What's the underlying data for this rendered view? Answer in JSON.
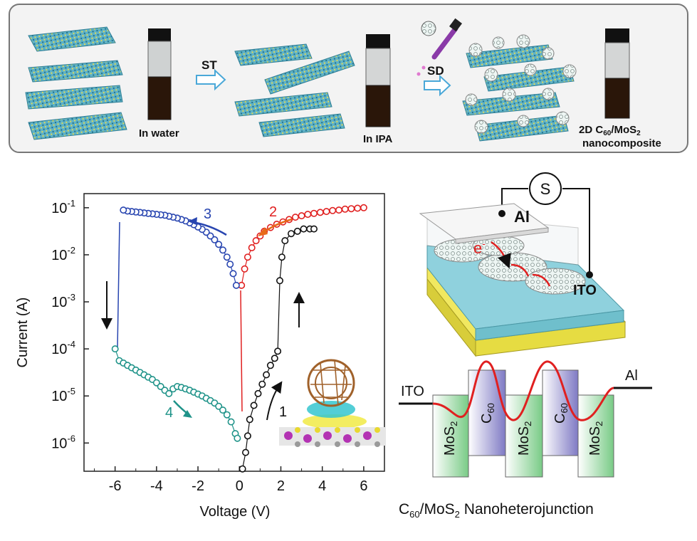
{
  "top_panel": {
    "label_water": "In water",
    "step1": "ST",
    "label_ipa": "In IPA",
    "step2": "SD",
    "composite_line1_prefix": "2D C",
    "composite_line1_sub1": "60",
    "composite_line1_mid": "/MoS",
    "composite_line1_sub2": "2",
    "composite_line2": "nanocomposite",
    "colors": {
      "sheet": "#3d9fb8",
      "sheet_edge": "#e2d44a",
      "liquid": "#2a1609",
      "arrow": "#4aa8d8"
    }
  },
  "chart_data": {
    "type": "scatter",
    "xlabel": "Voltage (V)",
    "ylabel": "Current (A)",
    "xlim": [
      -7.5,
      7
    ],
    "ylim_exp": [
      -6.6,
      -0.7
    ],
    "log_y": true,
    "x_ticks": [
      "-6",
      "-4",
      "-2",
      "0",
      "2",
      "4",
      "6"
    ],
    "x_tick_values": [
      -6,
      -4,
      -2,
      0,
      2,
      4,
      6
    ],
    "y_ticks_base": "10",
    "y_ticks_exp": [
      "-6",
      "-5",
      "-4",
      "-3",
      "-2",
      "-1"
    ],
    "y_tick_values": [
      -6,
      -5,
      -4,
      -3,
      -2,
      -1
    ],
    "sweep_labels": [
      "1",
      "2",
      "3",
      "4"
    ],
    "series": [
      {
        "label": "1",
        "color": "#111111",
        "x": [
          0.15,
          0.3,
          0.4,
          0.5,
          0.7,
          0.9,
          1.1,
          1.3,
          1.5,
          1.7,
          1.85,
          1.95,
          2.05,
          2.2,
          2.5,
          2.8,
          3.1,
          3.4,
          3.6
        ],
        "logy": [
          -6.55,
          -6.2,
          -5.85,
          -5.5,
          -5.2,
          -4.95,
          -4.75,
          -4.55,
          -4.35,
          -4.2,
          -4.05,
          -2.55,
          -2.05,
          -1.7,
          -1.55,
          -1.5,
          -1.45,
          -1.45,
          -1.45
        ]
      },
      {
        "label": "2",
        "color": "#e02020",
        "x": [
          0.1,
          0.25,
          0.4,
          0.6,
          0.8,
          1.0,
          1.2,
          1.5,
          1.8,
          2.1,
          2.4,
          2.7,
          3.0,
          3.3,
          3.6,
          3.9,
          4.2,
          4.5,
          4.8,
          5.1,
          5.4,
          5.7,
          6.0
        ],
        "logy": [
          -2.65,
          -2.3,
          -2.05,
          -1.85,
          -1.7,
          -1.6,
          -1.5,
          -1.42,
          -1.35,
          -1.3,
          -1.25,
          -1.2,
          -1.17,
          -1.14,
          -1.12,
          -1.1,
          -1.08,
          -1.06,
          -1.05,
          -1.03,
          -1.02,
          -1.01,
          -1.0
        ]
      },
      {
        "label": "3",
        "color": "#2845b0",
        "x": [
          -0.15,
          -0.3,
          -0.45,
          -0.6,
          -0.8,
          -1.0,
          -1.2,
          -1.4,
          -1.6,
          -1.8,
          -2.0,
          -2.2,
          -2.4,
          -2.6,
          -2.8,
          -3.0,
          -3.2,
          -3.4,
          -3.6,
          -3.8,
          -4.0,
          -4.2,
          -4.4,
          -4.6,
          -4.8,
          -5.0,
          -5.2,
          -5.4,
          -5.6
        ],
        "logy": [
          -2.65,
          -2.4,
          -2.2,
          -2.05,
          -1.9,
          -1.78,
          -1.68,
          -1.6,
          -1.52,
          -1.46,
          -1.41,
          -1.36,
          -1.32,
          -1.28,
          -1.25,
          -1.22,
          -1.2,
          -1.18,
          -1.16,
          -1.15,
          -1.14,
          -1.13,
          -1.12,
          -1.11,
          -1.1,
          -1.09,
          -1.08,
          -1.07,
          -1.05
        ]
      },
      {
        "label": "4",
        "color": "#1f9389",
        "x": [
          -6.0,
          -5.8,
          -5.6,
          -5.4,
          -5.2,
          -5.0,
          -4.8,
          -4.6,
          -4.4,
          -4.2,
          -4.0,
          -3.8,
          -3.6,
          -3.4,
          -3.2,
          -3.0,
          -2.8,
          -2.6,
          -2.4,
          -2.2,
          -2.0,
          -1.8,
          -1.6,
          -1.4,
          -1.2,
          -1.0,
          -0.8,
          -0.6,
          -0.4,
          -0.2,
          -0.1
        ],
        "logy": [
          -4.0,
          -4.25,
          -4.3,
          -4.35,
          -4.4,
          -4.45,
          -4.5,
          -4.55,
          -4.6,
          -4.65,
          -4.72,
          -4.8,
          -4.88,
          -4.95,
          -4.85,
          -4.8,
          -4.82,
          -4.85,
          -4.88,
          -4.92,
          -4.96,
          -5.0,
          -5.05,
          -5.1,
          -5.15,
          -5.22,
          -5.3,
          -5.4,
          -5.55,
          -5.8,
          -5.9
        ]
      }
    ]
  },
  "device": {
    "source_label": "S",
    "top_electrode": "Al",
    "bottom_electrode": "ITO",
    "electron_label": "e",
    "electron_sup": "-",
    "colors": {
      "al": "#f4f4f4",
      "ito": "#8fd1dd",
      "substrate": "#e8e25a"
    }
  },
  "band_diagram": {
    "left_label": "ITO",
    "right_label": "Al",
    "mos2_base": "MoS",
    "mos2_sub": "2",
    "c60_base": "C",
    "c60_sub": "60",
    "caption_base1": "C",
    "caption_sub1": "60",
    "caption_mid": "/MoS",
    "caption_sub2": "2",
    "caption_tail": " Nanoheterojunction",
    "colors": {
      "mos2": "#8fd39a",
      "c60": "#8b86c8",
      "curve": "#e02020"
    }
  }
}
